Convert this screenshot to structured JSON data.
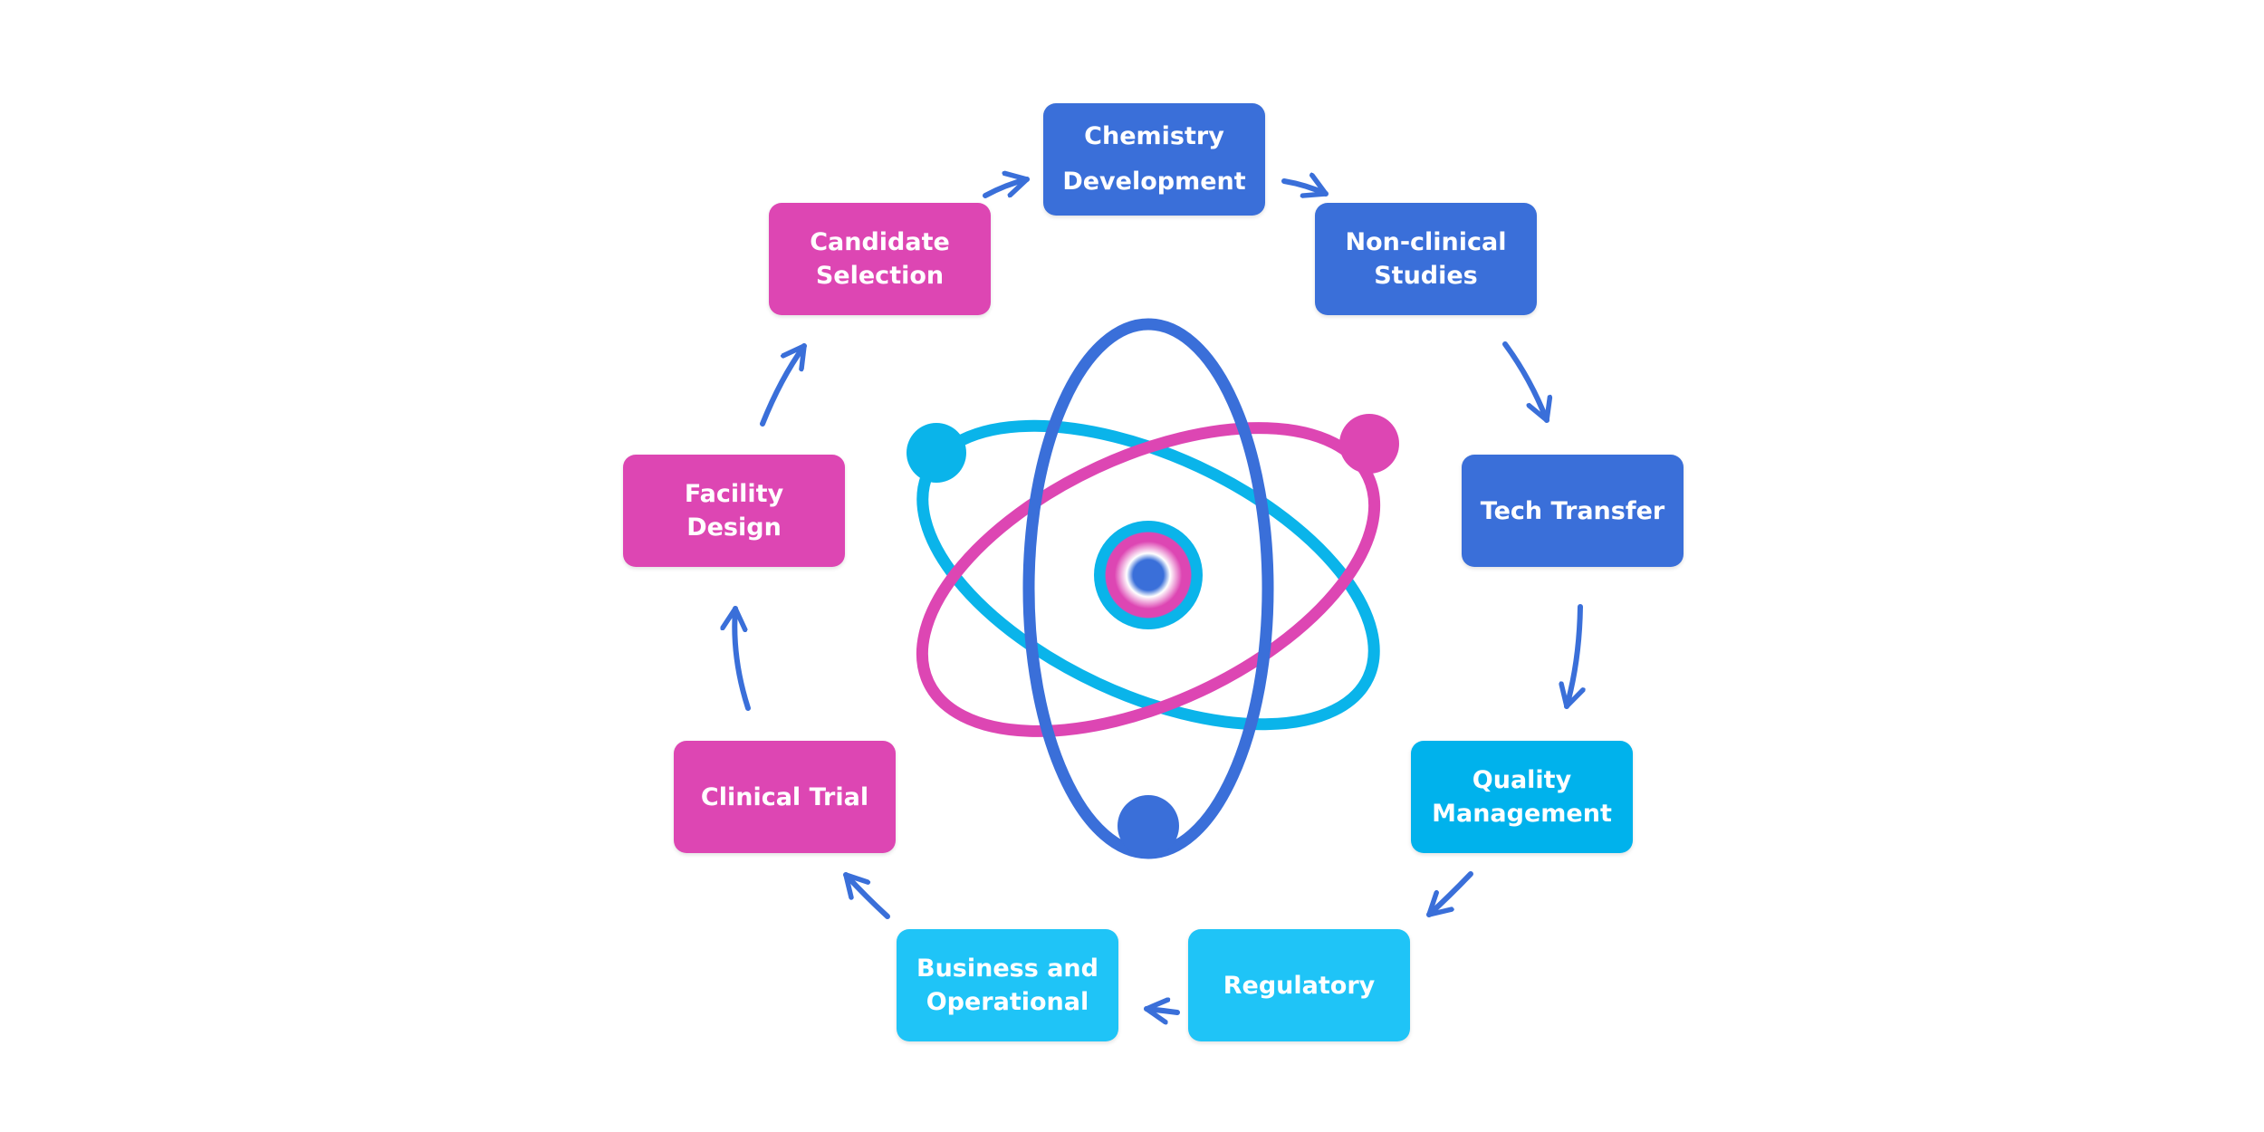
{
  "colors": {
    "dark_blue": "#3a6fd9",
    "magenta": "#dd46b3",
    "cyan": "#00b2ec",
    "light_cyan": "#1fc4f7",
    "arrow": "#3a6fd9",
    "ring_blue": "#3a6fd9",
    "ring_cyan": "#0ab4ea",
    "ring_magenta": "#dd46b3"
  },
  "nodes": [
    {
      "id": "chemistry-development",
      "label": "Chemistry\nDevelopment",
      "color": "#3a6fd9"
    },
    {
      "id": "non-clinical-studies",
      "label": "Non-clinical\nStudies",
      "color": "#3a6fd9"
    },
    {
      "id": "tech-transfer",
      "label": "Tech Transfer",
      "color": "#3a6fd9"
    },
    {
      "id": "quality-management",
      "label": "Quality\nManagement",
      "color": "#00b2ec"
    },
    {
      "id": "regulatory",
      "label": "Regulatory",
      "color": "#1fc4f7"
    },
    {
      "id": "business-and-operational",
      "label": "Business and\nOperational",
      "color": "#1fc4f7"
    },
    {
      "id": "clinical-trial",
      "label": "Clinical Trial",
      "color": "#dd46b3"
    },
    {
      "id": "facility-design",
      "label": "Facility Design",
      "color": "#dd46b3"
    },
    {
      "id": "candidate-selection",
      "label": "Candidate\nSelection",
      "color": "#dd46b3"
    }
  ],
  "cycle": [
    "chemistry-development",
    "non-clinical-studies",
    "tech-transfer",
    "quality-management",
    "regulatory",
    "business-and-operational",
    "clinical-trial",
    "facility-design",
    "candidate-selection"
  ],
  "center_icon": "atom-icon"
}
